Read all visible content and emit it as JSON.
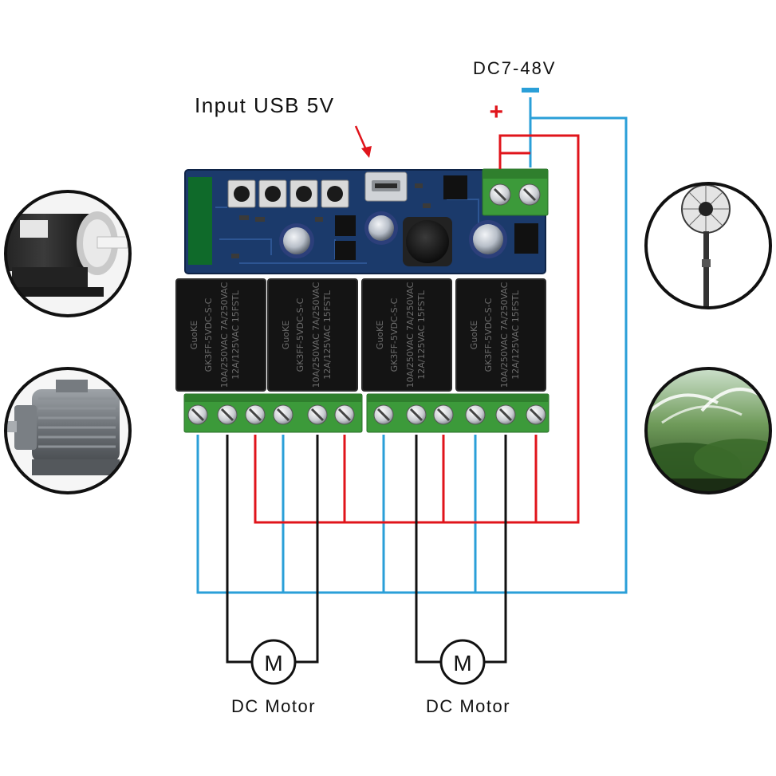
{
  "labels": {
    "usb_input": "Input USB 5V",
    "power_input": "DC7-48V",
    "plus_sign": "+",
    "minus_sign": "-",
    "motor_symbol": "M",
    "motor_caption": "DC Motor"
  },
  "relays": [
    {
      "brand": "GuoKE",
      "model": "GK3FF-5VDC-S-C",
      "rating1": "10A/250VAC 7A/250VAC",
      "rating2": "12A/125VAC 15FSTL"
    },
    {
      "brand": "GuoKE",
      "model": "GK3FF-5VDC-S-C",
      "rating1": "10A/250VAC 7A/250VAC",
      "rating2": "12A/125VAC 15FSTL"
    },
    {
      "brand": "GuoKE",
      "model": "GK3FF-5VDC-S-C",
      "rating1": "10A/250VAC 7A/250VAC",
      "rating2": "12A/125VAC 15FSTL"
    },
    {
      "brand": "GuoKE",
      "model": "GK3FF-5VDC-S-C",
      "rating1": "10A/250VAC 7A/250VAC",
      "rating2": "12A/125VAC 15FSTL"
    }
  ],
  "colors": {
    "positive_wire": "#e0141b",
    "negative_wire": "#2a9fd8",
    "motor_wire": "#111111",
    "pcb": "#1b3a6b",
    "relay": "#141414",
    "terminal": "#3c9a3a"
  }
}
